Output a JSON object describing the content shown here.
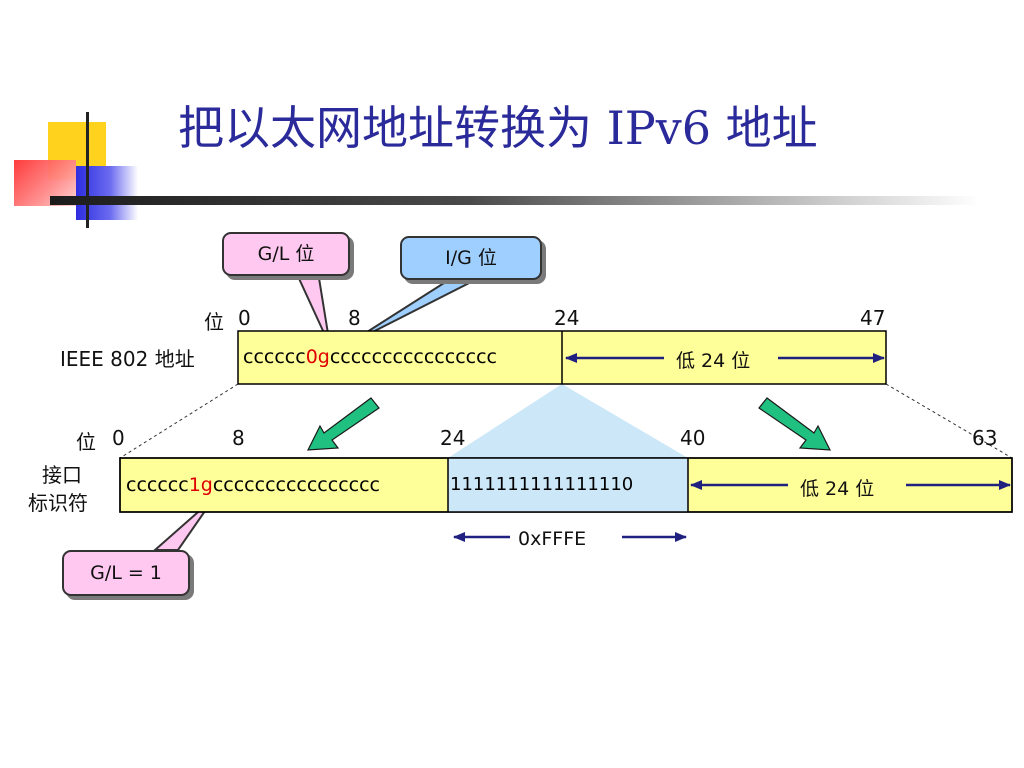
{
  "title": "把以太网地址转换为 IPv6 地址",
  "callouts": {
    "gl_bit": "G/L 位",
    "ig_bit": "I/G 位",
    "gl_equals": "G/L = 1"
  },
  "ieee": {
    "row_label": "IEEE 802 地址",
    "bit_word": "位",
    "ticks": [
      "0",
      "8",
      "24",
      "47"
    ],
    "bits_prefix": "cccccc",
    "bits_marker": "0g",
    "bits_suffix": "cccccccccccccccc",
    "low_label": "低 24 位"
  },
  "iid": {
    "row_label_line1": "接口",
    "row_label_line2": "标识符",
    "bit_word": "位",
    "ticks": [
      "0",
      "8",
      "24",
      "40",
      "63"
    ],
    "bits_prefix": "cccccc",
    "bits_marker": "1g",
    "bits_suffix": "cccccccccccccccc",
    "fffe_bits": "1111111111111110",
    "low_label": "低 24 位",
    "fffe_label": "0xFFFE"
  },
  "colors": {
    "field_fill": "#ffff99",
    "fffe_fill": "#cbe7f8",
    "arrow_navy": "#202080",
    "arrow_green": "#20c080",
    "marker_red": "#e00000"
  }
}
